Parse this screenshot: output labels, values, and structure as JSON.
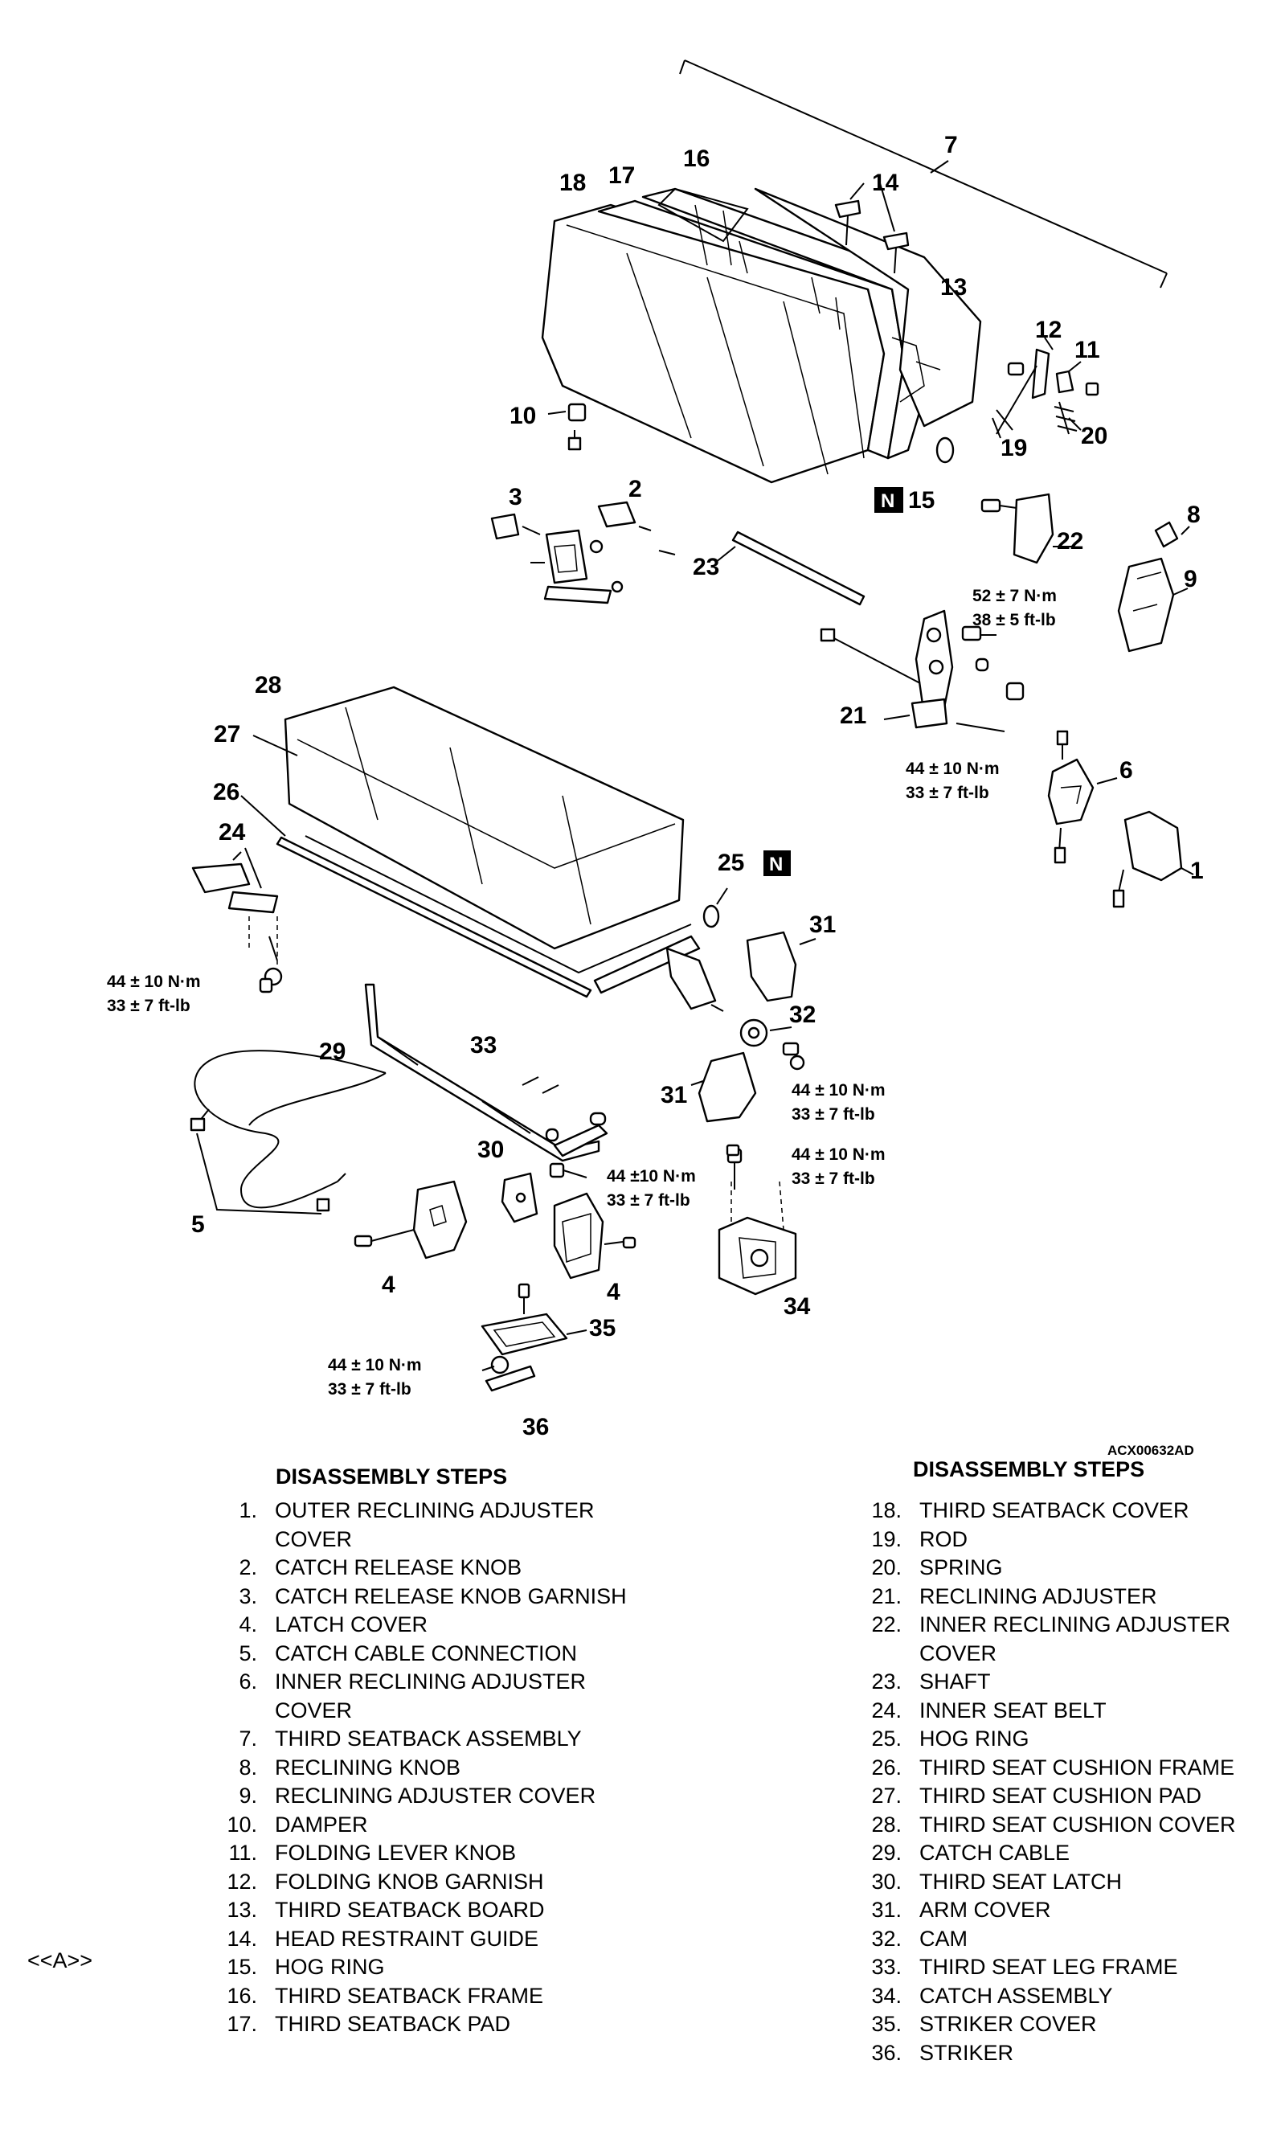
{
  "figure_code": "ACX00632AD",
  "torque_specs": {
    "t1_nm": "52 ± 7 N·m",
    "t1_ftlb": "38 ± 5 ft-lb",
    "t2_nm": "44 ± 10 N·m",
    "t2_ftlb": "33 ± 7 ft-lb",
    "t3_nm": "44 ± 10 N·m",
    "t3_ftlb": "33 ± 7 ft-lb",
    "t4_nm": "44 ± 10 N·m",
    "t4_ftlb": "33 ± 7 ft-lb",
    "t5_nm": "44 ± 10 N·m",
    "t5_ftlb": "33 ± 7 ft-lb",
    "t6_nm": "44 ±10 N·m",
    "t6_ftlb": "33 ± 7 ft-lb",
    "t7_nm": "44 ± 10 N·m",
    "t7_ftlb": "33 ± 7 ft-lb"
  },
  "new_part_mark": "N",
  "callouts": [
    "1",
    "2",
    "3",
    "4",
    "4",
    "5",
    "6",
    "7",
    "8",
    "9",
    "10",
    "11",
    "12",
    "13",
    "14",
    "15",
    "16",
    "17",
    "18",
    "19",
    "20",
    "21",
    "22",
    "23",
    "24",
    "25",
    "26",
    "27",
    "28",
    "29",
    "30",
    "31",
    "31",
    "32",
    "33",
    "34",
    "35",
    "36"
  ],
  "disassembly": {
    "title_left": "DISASSEMBLY STEPS",
    "title_right": "DISASSEMBLY STEPS",
    "left": [
      {
        "num": "1.",
        "text": "OUTER RECLINING ADJUSTER COVER"
      },
      {
        "num": "2.",
        "text": "CATCH RELEASE KNOB"
      },
      {
        "num": "3.",
        "text": "CATCH RELEASE KNOB GARNISH"
      },
      {
        "num": "4.",
        "text": "LATCH COVER"
      },
      {
        "num": "5.",
        "text": "CATCH CABLE CONNECTION"
      },
      {
        "num": "6.",
        "text": "INNER RECLINING ADJUSTER COVER"
      },
      {
        "num": "7.",
        "text": "THIRD SEATBACK ASSEMBLY"
      },
      {
        "num": "8.",
        "text": "RECLINING KNOB"
      },
      {
        "num": "9.",
        "text": "RECLINING ADJUSTER COVER"
      },
      {
        "num": "10.",
        "text": "DAMPER"
      },
      {
        "num": "11.",
        "text": "FOLDING LEVER KNOB"
      },
      {
        "num": "12.",
        "text": "FOLDING KNOB GARNISH"
      },
      {
        "num": "13.",
        "text": "THIRD SEATBACK BOARD"
      },
      {
        "num": "14.",
        "text": "HEAD RESTRAINT GUIDE"
      },
      {
        "num": "15.",
        "text": "HOG RING"
      },
      {
        "num": "16.",
        "text": "THIRD SEATBACK FRAME"
      },
      {
        "num": "17.",
        "text": "THIRD SEATBACK PAD"
      }
    ],
    "right": [
      {
        "num": "18.",
        "text": "THIRD SEATBACK COVER"
      },
      {
        "num": "19.",
        "text": "ROD"
      },
      {
        "num": "20.",
        "text": "SPRING"
      },
      {
        "num": "21.",
        "text": "RECLINING ADJUSTER"
      },
      {
        "num": "22.",
        "text": "INNER RECLINING ADJUSTER COVER"
      },
      {
        "num": "23.",
        "text": "SHAFT"
      },
      {
        "num": "24.",
        "text": "INNER SEAT BELT"
      },
      {
        "num": "25.",
        "text": "HOG RING"
      },
      {
        "num": "26.",
        "text": "THIRD SEAT CUSHION FRAME"
      },
      {
        "num": "27.",
        "text": "THIRD SEAT CUSHION PAD"
      },
      {
        "num": "28.",
        "text": "THIRD SEAT CUSHION COVER"
      },
      {
        "num": "29.",
        "text": "CATCH CABLE"
      },
      {
        "num": "30.",
        "text": "THIRD SEAT LATCH"
      },
      {
        "num": "31.",
        "text": "ARM COVER"
      },
      {
        "num": "32.",
        "text": "CAM"
      },
      {
        "num": "33.",
        "text": "THIRD SEAT LEG FRAME"
      },
      {
        "num": "34.",
        "text": "CATCH ASSEMBLY"
      },
      {
        "num": "35.",
        "text": "STRIKER COVER"
      },
      {
        "num": "36.",
        "text": "STRIKER"
      }
    ]
  },
  "note_marker": "<<A>>"
}
